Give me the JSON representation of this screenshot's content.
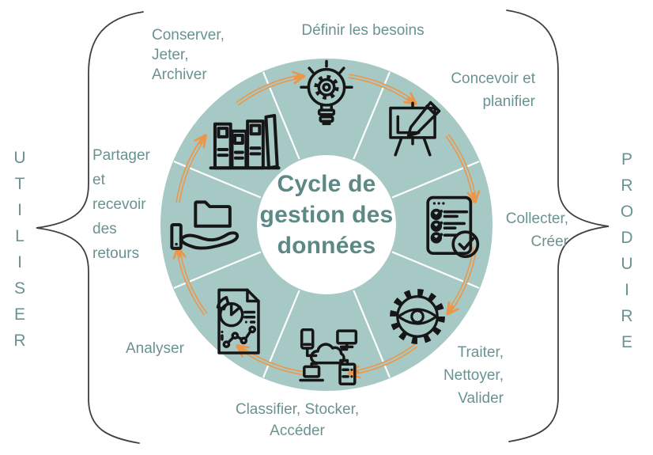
{
  "diagram": {
    "title": "Cycle de\ngestion des\ndonnées"
  },
  "stages": [
    {
      "name": "definir-les-besoins",
      "label": "Définir les besoins",
      "icon": "lightbulb-gear-icon"
    },
    {
      "name": "concevoir-et-planifier",
      "label": "Concevoir et\nplanifier",
      "icon": "easel-pencil-icon"
    },
    {
      "name": "collecter-creer",
      "label": "Collecter,\nCréer",
      "icon": "survey-checklist-icon"
    },
    {
      "name": "traiter-nettoyer-valider",
      "label": "Traiter,\nNettoyer,\nValider",
      "icon": "gear-eye-icon"
    },
    {
      "name": "classifier-stocker-acceder",
      "label": "Classifier, Stocker,\nAccéder",
      "icon": "cloud-network-icon"
    },
    {
      "name": "analyser",
      "label": "Analyser",
      "icon": "report-chart-icon"
    },
    {
      "name": "partager-recevoir-retours",
      "label": "Partager\net\nrecevoir\ndes\nretours",
      "icon": "hand-folder-icon"
    },
    {
      "name": "conserver-jeter-archiver",
      "label": "Conserver,\nJeter,\nArchiver",
      "icon": "archive-books-icon"
    }
  ],
  "sides": {
    "left": {
      "word": "UTILISER",
      "letters": [
        "U",
        "T",
        "I",
        "L",
        "I",
        "S",
        "E",
        "R"
      ]
    },
    "right": {
      "word": "PRODUIRE",
      "letters": [
        "P",
        "R",
        "O",
        "D",
        "U",
        "I",
        "R",
        "E"
      ]
    }
  },
  "colors": {
    "wheel": "#a7c9c5",
    "text": "#6a9290",
    "title": "#5c8886",
    "arrow": "#ec9649",
    "icon": "#161616",
    "brace": "#3f3f3f",
    "bg": "#ffffff"
  }
}
